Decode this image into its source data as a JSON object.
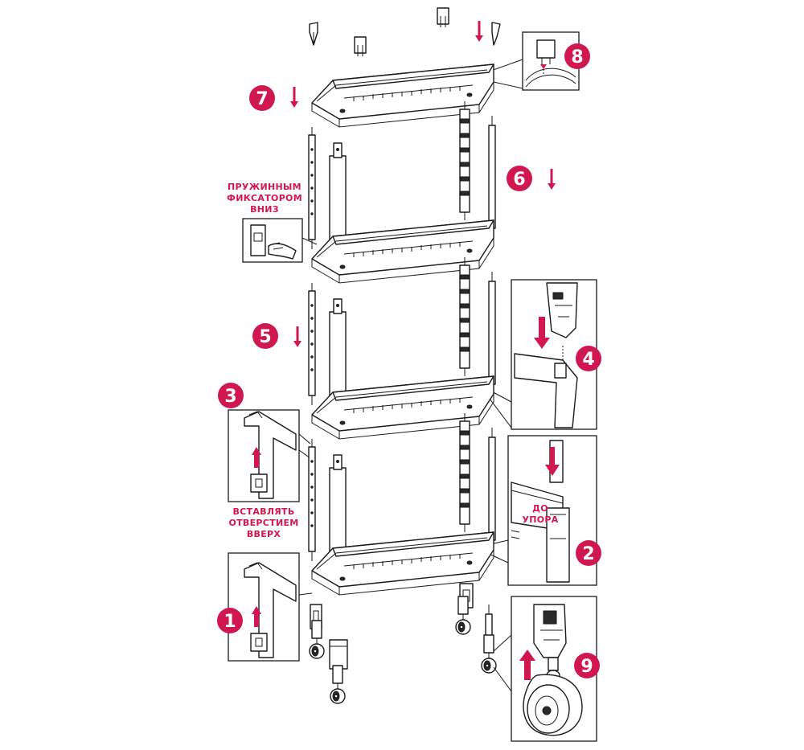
{
  "colors": {
    "accent": "#d1174f",
    "line": "#1a1a1a"
  },
  "labels": {
    "spring_lock": [
      "ПРУЖИННЫМ",
      "ФИКСАТОРОМ",
      "ВНИЗ"
    ],
    "insert_hole_up": [
      "ВСТАВЛЯТЬ",
      "ОТВЕРСТИЕМ",
      "ВВЕРХ"
    ],
    "to_stop": [
      "ДО",
      "УПОРА"
    ]
  },
  "steps": [
    "1",
    "2",
    "3",
    "4",
    "5",
    "6",
    "7",
    "8",
    "9"
  ]
}
